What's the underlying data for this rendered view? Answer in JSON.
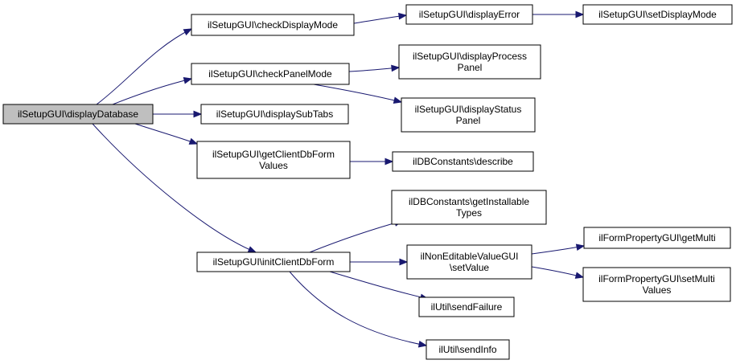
{
  "diagram": {
    "nodes": {
      "root": {
        "lines": [
          "ilSetupGUI\\displayDatabase"
        ]
      },
      "checkDisplayMode": {
        "lines": [
          "ilSetupGUI\\checkDisplayMode"
        ]
      },
      "displayError": {
        "lines": [
          "ilSetupGUI\\displayError"
        ]
      },
      "setDisplayMode": {
        "lines": [
          "ilSetupGUI\\setDisplayMode"
        ]
      },
      "checkPanelMode": {
        "lines": [
          "ilSetupGUI\\checkPanelMode"
        ]
      },
      "displayProcessPanel": {
        "lines": [
          "ilSetupGUI\\displayProcess",
          "Panel"
        ]
      },
      "displayStatusPanel": {
        "lines": [
          "ilSetupGUI\\displayStatus",
          "Panel"
        ]
      },
      "displaySubTabs": {
        "lines": [
          "ilSetupGUI\\displaySubTabs"
        ]
      },
      "getClientDbFormValues": {
        "lines": [
          "ilSetupGUI\\getClientDbForm",
          "Values"
        ]
      },
      "describe": {
        "lines": [
          "ilDBConstants\\describe"
        ]
      },
      "getInstallableTypes": {
        "lines": [
          "ilDBConstants\\getInstallable",
          "Types"
        ]
      },
      "initClientDbForm": {
        "lines": [
          "ilSetupGUI\\initClientDbForm"
        ]
      },
      "setValue": {
        "lines": [
          "ilNonEditableValueGUI",
          "\\setValue"
        ]
      },
      "getMulti": {
        "lines": [
          "ilFormPropertyGUI\\getMulti"
        ]
      },
      "setMultiValues": {
        "lines": [
          "ilFormPropertyGUI\\setMulti",
          "Values"
        ]
      },
      "sendFailure": {
        "lines": [
          "ilUtil\\sendFailure"
        ]
      },
      "sendInfo": {
        "lines": [
          "ilUtil\\sendInfo"
        ]
      }
    },
    "edges": [
      {
        "from": "root",
        "to": "checkDisplayMode"
      },
      {
        "from": "root",
        "to": "checkPanelMode"
      },
      {
        "from": "root",
        "to": "displaySubTabs"
      },
      {
        "from": "root",
        "to": "getClientDbFormValues"
      },
      {
        "from": "root",
        "to": "initClientDbForm"
      },
      {
        "from": "checkDisplayMode",
        "to": "displayError"
      },
      {
        "from": "displayError",
        "to": "setDisplayMode"
      },
      {
        "from": "checkPanelMode",
        "to": "displayProcessPanel"
      },
      {
        "from": "checkPanelMode",
        "to": "displayStatusPanel"
      },
      {
        "from": "getClientDbFormValues",
        "to": "describe"
      },
      {
        "from": "initClientDbForm",
        "to": "getInstallableTypes"
      },
      {
        "from": "initClientDbForm",
        "to": "setValue"
      },
      {
        "from": "initClientDbForm",
        "to": "sendFailure"
      },
      {
        "from": "initClientDbForm",
        "to": "sendInfo"
      },
      {
        "from": "setValue",
        "to": "getMulti"
      },
      {
        "from": "setValue",
        "to": "setMultiValues"
      }
    ],
    "colors": {
      "edge": "#191970",
      "root_fill": "#bfbfbf",
      "node_fill": "#ffffff",
      "node_border": "#000000"
    }
  }
}
